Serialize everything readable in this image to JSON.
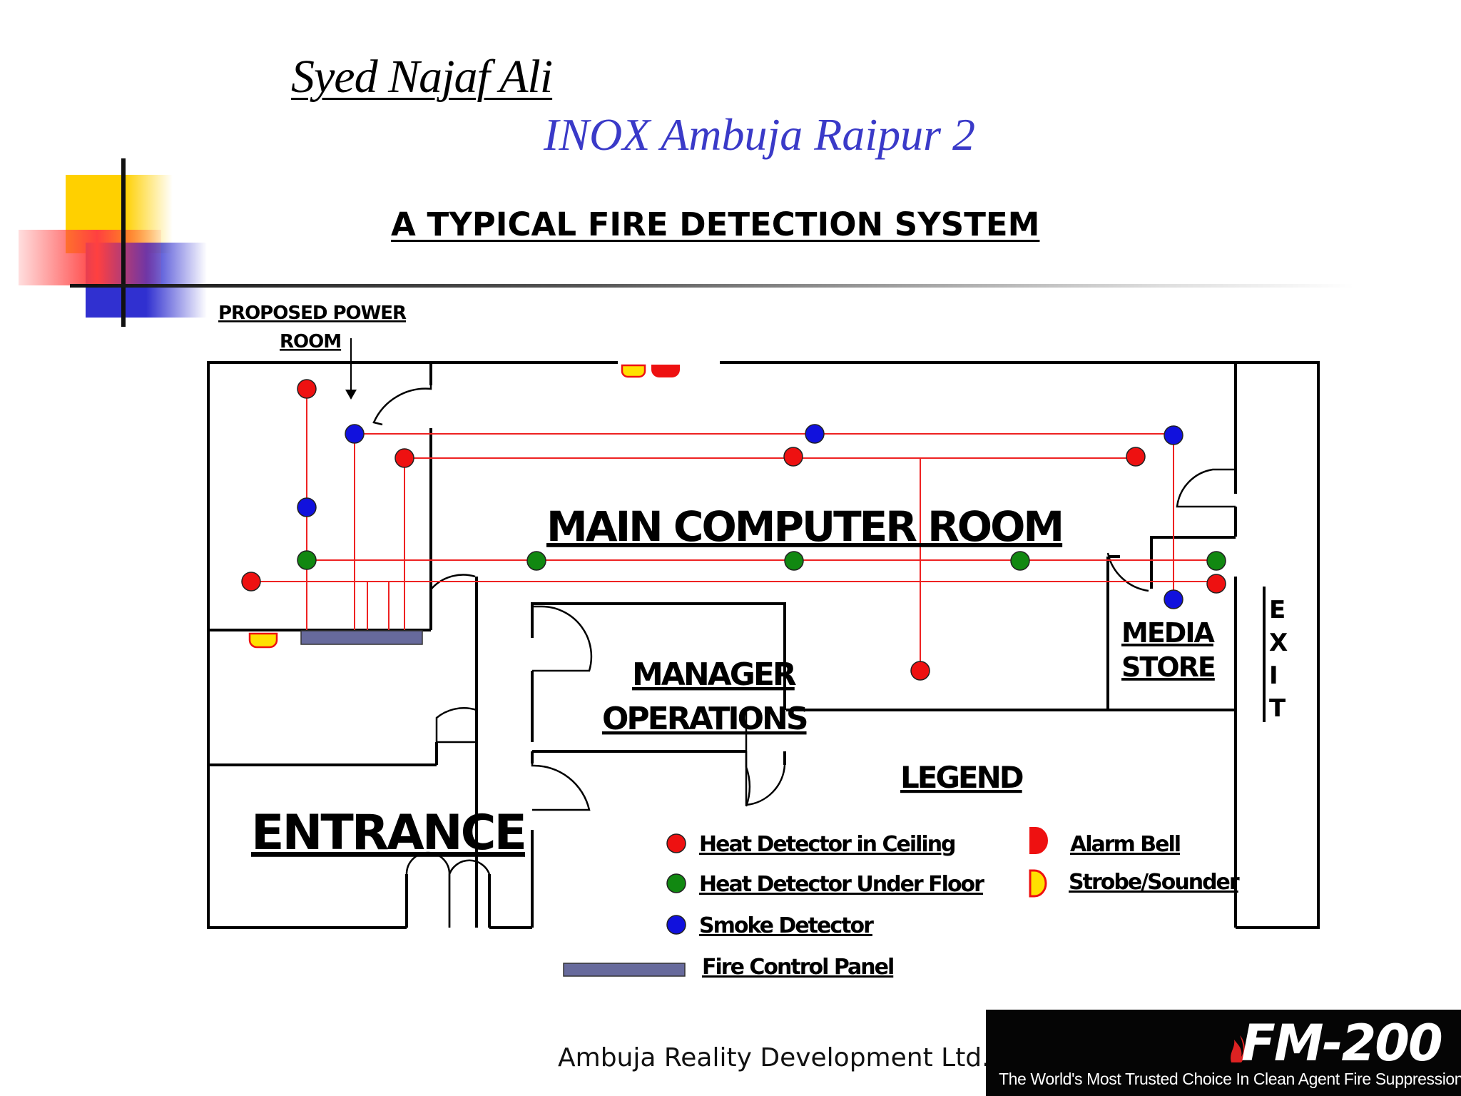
{
  "header": {
    "author": "Syed Najaf Ali",
    "venue": "INOX Ambuja Raipur 2",
    "title": "A TYPICAL FIRE DETECTION SYSTEM"
  },
  "plan": {
    "power_room_label_line1": "PROPOSED POWER",
    "power_room_label_line2": "ROOM",
    "main_room": "MAIN COMPUTER ROOM",
    "media_line1": "MEDIA",
    "media_line2": "STORE",
    "manager_line1": "MANAGER",
    "manager_line2": "OPERATIONS",
    "entrance": "ENTRANCE",
    "exit_letters": [
      "E",
      "X",
      "I",
      "T"
    ]
  },
  "legend": {
    "title": "LEGEND",
    "heat_ceiling": "Heat Detector in Ceiling",
    "heat_floor": "Heat Detector Under Floor",
    "smoke": "Smoke Detector",
    "panel": "Fire Control Panel",
    "bell": "Alarm Bell",
    "strobe": "Strobe/Sounder"
  },
  "colors": {
    "heat_ceiling": "#ee1111",
    "heat_floor": "#118811",
    "smoke": "#1111dd",
    "wiring": "#ee2222",
    "panel": "#676a9c",
    "strobe": "#ffe000"
  },
  "footer": {
    "company": "Ambuja Reality Development Ltd.",
    "logo_name": "FM-200",
    "logo_tagline": "The World's Most Trusted Choice In Clean Agent Fire Suppression."
  }
}
